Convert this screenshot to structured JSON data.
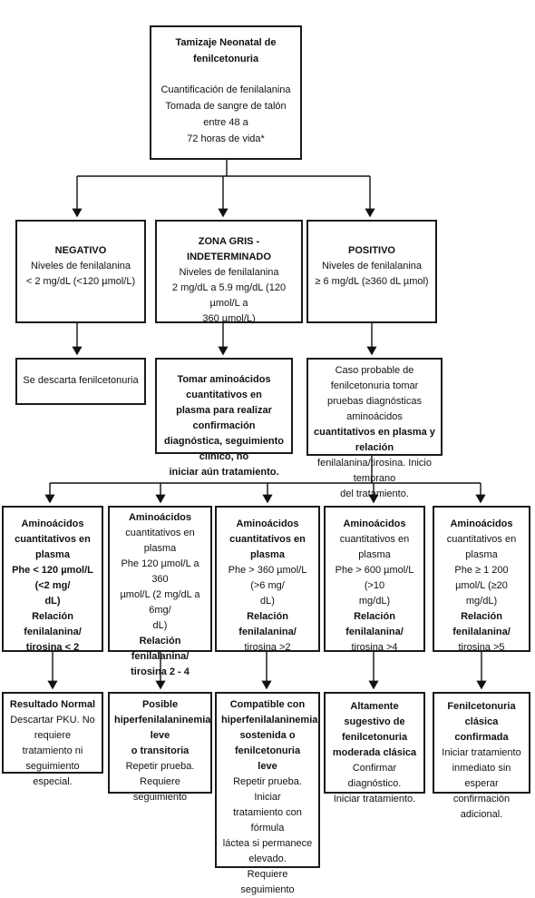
{
  "top": {
    "title": "Tamizaje Neonatal de fenilcetonuria",
    "lines": [
      "Cuantificación de fenilalanina",
      "Tomada de sangre de talón entre 48 a",
      "72 horas de vida*"
    ]
  },
  "level2": [
    {
      "title": "NEGATIVO",
      "lines": [
        "Niveles de fenilalanina",
        "< 2 mg/dL (<120 µmol/L)"
      ]
    },
    {
      "title": "ZONA GRIS - INDETERMINADO",
      "lines": [
        "Niveles de fenilalanina",
        "2 mg/dL a 5.9 mg/dL (120 µmol/L a",
        "360 µmol/L)"
      ]
    },
    {
      "title": "POSITIVO",
      "lines": [
        "Niveles de fenilalanina",
        "≥ 6 mg/dL (≥360 dL µmol)"
      ]
    }
  ],
  "level3": [
    {
      "lines": [
        "Se descarta fenilcetonuria"
      ]
    },
    {
      "lines": [
        "Tomar aminoácidos cuantitativos en",
        "plasma para realizar confirmación",
        "diagnóstica, seguimiento clínico, no",
        "iniciar aún tratamiento."
      ]
    },
    {
      "lines": [
        "Caso probable de fenilcetonuria tomar",
        "pruebas diagnósticas aminoácidos",
        "cuantitativos en plasma y relación",
        "fenilalanina/tirosina. Inicio temprano",
        "del tratamiento."
      ]
    }
  ],
  "level4": [
    {
      "lines": [
        "Aminoácidos",
        "cuantitativos en plasma",
        "Phe < 120 µmol/L (<2 mg/",
        "dL)",
        "Relación fenilalanina/",
        "tirosina < 2"
      ]
    },
    {
      "lines": [
        "Aminoácidos",
        "cuantitativos en plasma",
        "Phe 120 µmol/L a 360",
        "µmol/L (2 mg/dL a 6mg/",
        "dL)",
        "Relación fenilalanina/",
        "tirosina 2 - 4"
      ]
    },
    {
      "lines": [
        "Aminoácidos",
        "cuantitativos en plasma",
        "Phe > 360 µmol/L (>6 mg/",
        "dL)",
        "Relación fenilalanina/",
        "tirosina >2"
      ]
    },
    {
      "lines": [
        "Aminoácidos",
        "cuantitativos en plasma",
        "Phe > 600 µmol/L (>10",
        "mg/dL)",
        "Relación fenilalanina/",
        "tirosina >4"
      ]
    },
    {
      "lines": [
        "Aminoácidos",
        "cuantitativos en plasma",
        "Phe ≥ 1 200 µmol/L (≥20",
        "mg/dL)",
        "Relación fenilalanina/",
        "tirosina >5"
      ]
    }
  ],
  "level5": [
    {
      "lines": [
        "Resultado Normal",
        "Descartar PKU. No",
        "requiere tratamiento ni",
        "seguimiento especial."
      ]
    },
    {
      "lines": [
        "Posible",
        "hiperfenilalaninemia leve",
        "o transitoria",
        "Repetir prueba. Requiere",
        "seguimiento"
      ]
    },
    {
      "lines": [
        "Compatible con",
        "hiperfenilalaninemia",
        "sostenida o fenilcetonuria",
        "leve",
        "Repetir prueba. Iniciar",
        "tratamiento con fórmula",
        "láctea si permanece",
        "elevado.",
        "Requiere seguimiento"
      ]
    },
    {
      "lines": [
        "Altamente sugestivo de",
        "fenilcetonuria",
        "moderada clásica",
        "Confirmar diagnóstico.",
        "Iniciar tratamiento."
      ]
    },
    {
      "lines": [
        "Fenilcetonuria clásica",
        "confirmada",
        "Iniciar tratamiento",
        "inmediato sin esperar",
        "confirmación adicional."
      ]
    }
  ]
}
